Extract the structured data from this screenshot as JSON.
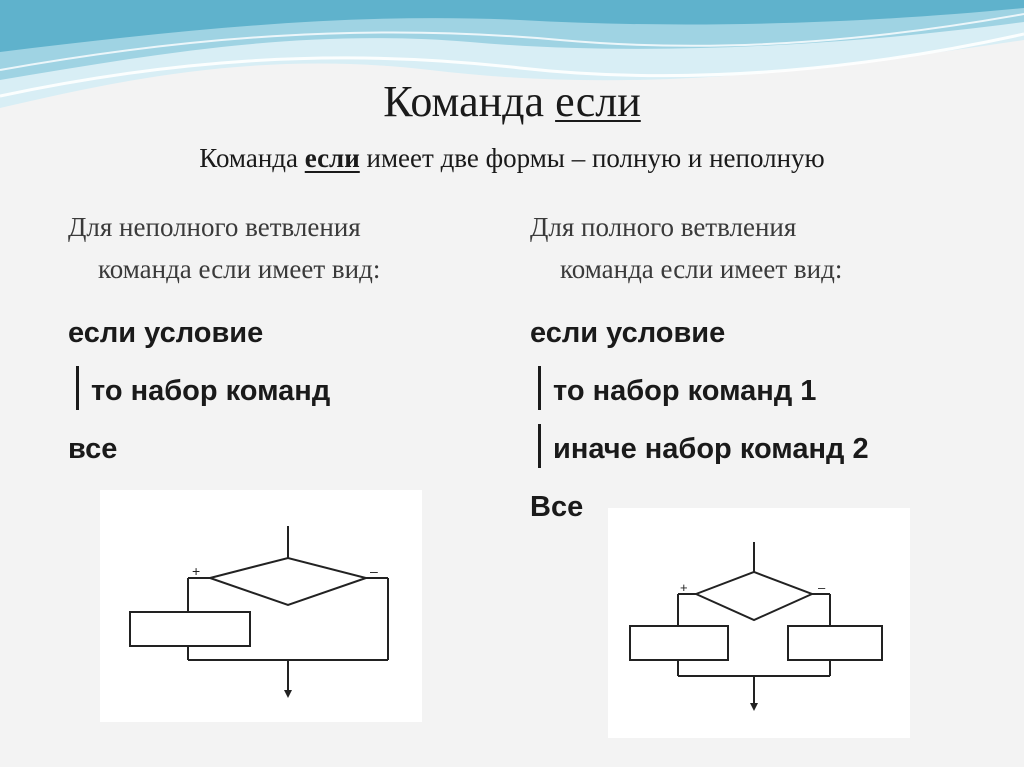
{
  "slide": {
    "title_prefix": "Команда ",
    "title_keyword": "если",
    "subtitle_prefix": "Команда ",
    "subtitle_keyword": "если",
    "subtitle_suffix": " имеет две формы – полную и неполную"
  },
  "left": {
    "intro_line1": "Для неполного ветвления",
    "intro_line2": "команда если имеет вид:",
    "code": [
      "если условие",
      "то набор команд",
      "все"
    ],
    "flow_plus": "+",
    "flow_minus": "–"
  },
  "right": {
    "intro_line1": "Для полного ветвления",
    "intro_line2": "команда если имеет вид:",
    "code": [
      "если условие",
      "то набор команд 1",
      "иначе набор команд 2",
      "Все"
    ],
    "flow_plus": "+",
    "flow_minus": "–"
  },
  "colors": {
    "wave_light": "#bfe3ee",
    "wave_mid": "#7cc3d9",
    "wave_dark": "#3d9cb8"
  }
}
